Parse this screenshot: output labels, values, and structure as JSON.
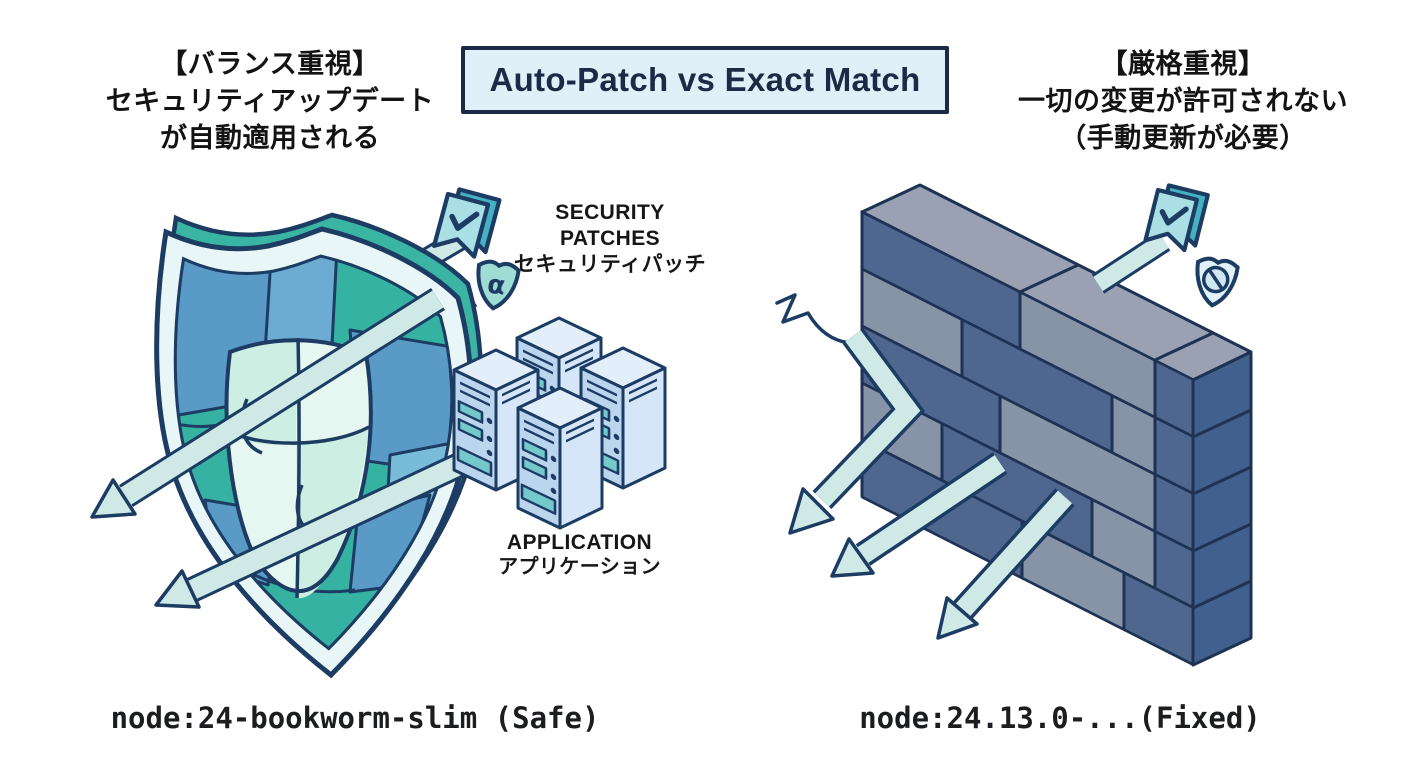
{
  "title": "Auto-Patch vs Exact Match",
  "left_panel": {
    "heading_line1": "【バランス重視】",
    "heading_line2": "セキュリティアップデート",
    "heading_line3": "が自動適用される",
    "security_label_line1": "SECURITY",
    "security_label_line2": "PATCHES",
    "security_label_jp": "セキュリティパッチ",
    "application_label": "APPLICATION",
    "application_label_jp": "アプリケーション",
    "image_tag": "node:24-bookworm-slim (Safe)",
    "shield_badge_glyph": "α"
  },
  "right_panel": {
    "heading_line1": "【厳格重視】",
    "heading_line2": "一切の変更が許可されない",
    "heading_line3": "（手動更新が必要）",
    "image_tag": "node:24.13.0-...(Fixed)"
  },
  "icons": {
    "left_badge": "check-badge-icon",
    "left_shield": "alpha-scan-shield-icon",
    "right_badge": "check-badge-icon",
    "right_shield": "no-entry-shield-icon"
  },
  "colors": {
    "navy_outline": "#1d3c63",
    "teal": "#35b2a1",
    "patch_blue": "#5a9ac7",
    "mint_arrow": "#cfeae6",
    "wall_dark": "#4f678f",
    "wall_light": "#8793a7",
    "title_box_bg": "#e0f0f8"
  }
}
